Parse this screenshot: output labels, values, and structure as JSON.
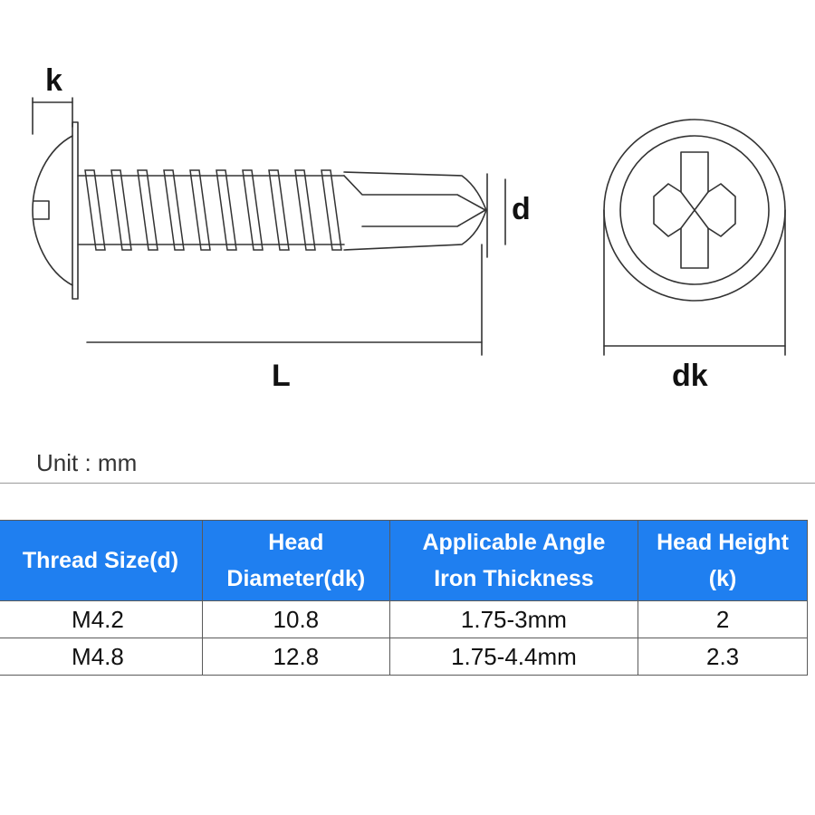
{
  "diagram": {
    "labels": {
      "k": "k",
      "d": "d",
      "L": "L",
      "dk": "dk"
    }
  },
  "unit_note": "Unit : mm",
  "colors": {
    "header_bg": "#1f7ff0",
    "header_text": "#ffffff",
    "border": "#5a5a5a",
    "line": "#333333"
  },
  "table": {
    "headers": [
      {
        "lines": [
          "Thread Size(d)"
        ]
      },
      {
        "lines": [
          "Head",
          "Diameter(dk)"
        ]
      },
      {
        "lines": [
          "Applicable Angle",
          "Iron Thickness"
        ]
      },
      {
        "lines": [
          "Head Height",
          "(k)"
        ]
      }
    ],
    "rows": [
      [
        "M4.2",
        "10.8",
        "1.75-3mm",
        "2"
      ],
      [
        "M4.8",
        "12.8",
        "1.75-4.4mm",
        "2.3"
      ]
    ]
  }
}
